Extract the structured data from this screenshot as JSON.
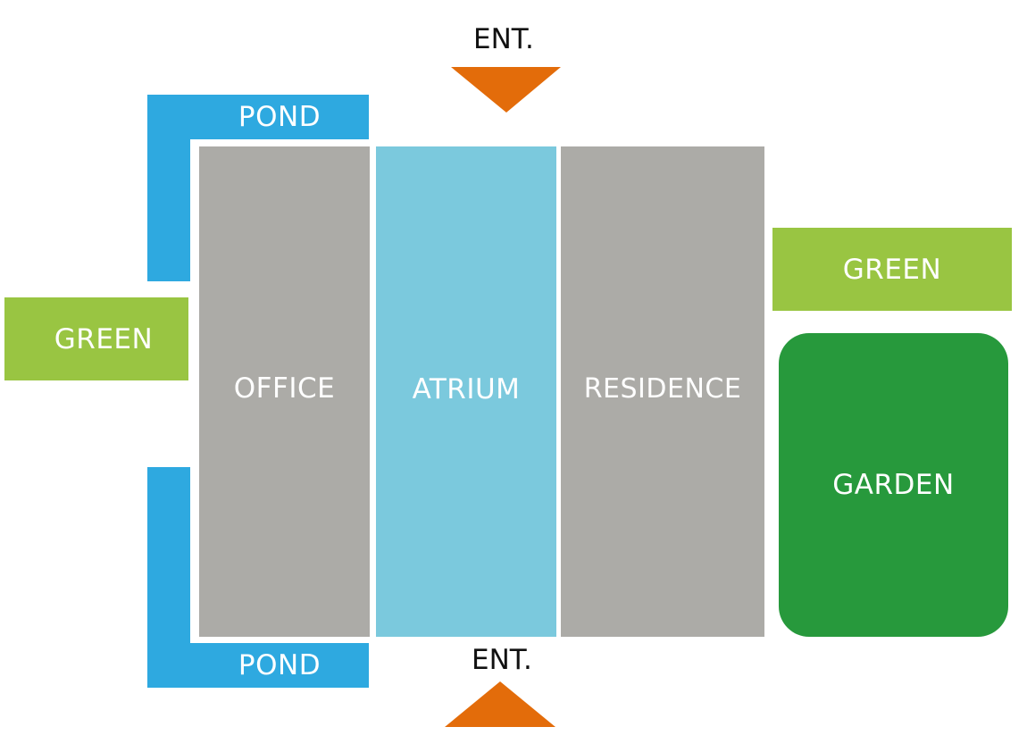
{
  "diagram": {
    "type": "site-plan",
    "colors": {
      "pond": "#2ea9e0",
      "green": "#99c542",
      "building": "#acaba7",
      "atrium": "#7bc9dd",
      "garden": "#27993c",
      "entrance": "#e36c0a",
      "label_text": "#ffffff",
      "entrance_text": "#111111"
    },
    "zones": {
      "pond_top": "POND",
      "pond_bottom": "POND",
      "green_left": "GREEN",
      "green_right": "GREEN",
      "office": "OFFICE",
      "atrium": "ATRIUM",
      "residence": "RESIDENCE",
      "garden": "GARDEN"
    },
    "entrances": {
      "top": {
        "label": "ENT.",
        "direction": "down"
      },
      "bottom": {
        "label": "ENT.",
        "direction": "up"
      }
    }
  }
}
